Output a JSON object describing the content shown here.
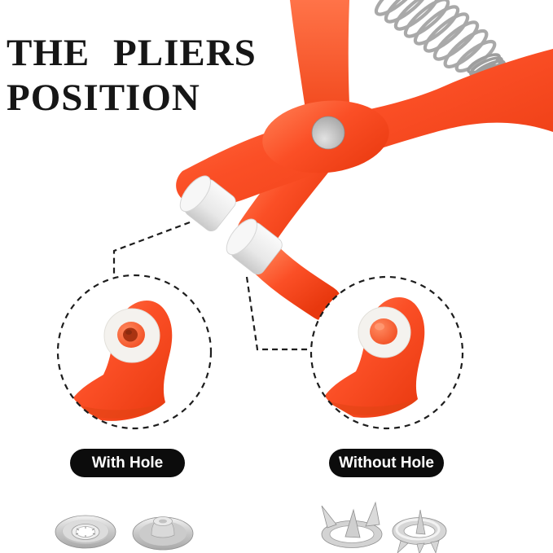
{
  "title": {
    "line1": "THE PLIERS",
    "line2": "POSITION"
  },
  "badges": {
    "with_hole": "With Hole",
    "without_hole": "Without Hole"
  },
  "colors": {
    "pliers_orange": "#FB4F26",
    "pliers_orange_light": "#FF8055",
    "pliers_orange_dark": "#E8380E",
    "badge_black": "#0C0C0C",
    "metal_silver": "#C6C6C6",
    "tip_white": "#F2F2F2",
    "text_black": "#161616"
  },
  "graphics": {
    "pliers": "snap-fastener-pliers",
    "spring": "coil-spring",
    "rivet": "pivot-rivet",
    "left_inset": "jaw-die-with-hole-closeup",
    "right_inset": "jaw-die-without-hole-closeup",
    "hardware": [
      "socket-ring",
      "stud-cap",
      "prong-ring-open",
      "prong-ring"
    ]
  }
}
